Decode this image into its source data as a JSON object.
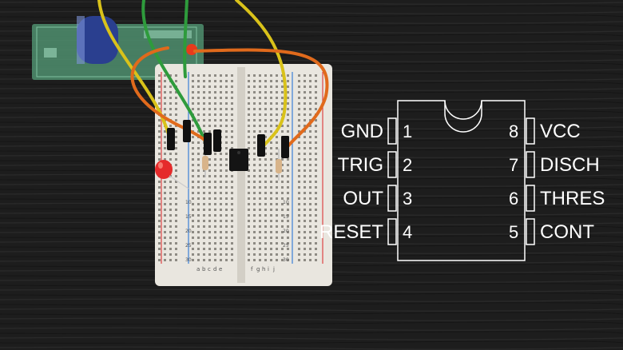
{
  "pinout": {
    "left": [
      {
        "number": "1",
        "name": "GND"
      },
      {
        "number": "2",
        "name": "TRIG"
      },
      {
        "number": "3",
        "name": "OUT"
      },
      {
        "number": "4",
        "name": "RESET"
      }
    ],
    "right": [
      {
        "number": "8",
        "name": "VCC"
      },
      {
        "number": "7",
        "name": "DISCH"
      },
      {
        "number": "6",
        "name": "THRES"
      },
      {
        "number": "5",
        "name": "CONT"
      }
    ]
  },
  "breadboard": {
    "column_letters_left": [
      "a",
      "b",
      "c",
      "d",
      "e"
    ],
    "column_letters_right": [
      "f",
      "g",
      "h",
      "i",
      "j"
    ],
    "row_numbers": [
      "10",
      "",
      "",
      "",
      "",
      "15",
      "",
      "",
      "",
      "",
      "20",
      "",
      "",
      "",
      "",
      "25",
      "",
      "",
      "",
      "",
      "30"
    ]
  },
  "colors": {
    "background": "#1b1b1b",
    "outline": "#ffffff",
    "breadboard": "#e9e6df",
    "wire_yellow": "#d9c21a",
    "wire_green": "#2e9b3c",
    "wire_orange": "#e06a1c",
    "led_red": "#e52b2b",
    "pcb_green": "#4f8f6f"
  }
}
